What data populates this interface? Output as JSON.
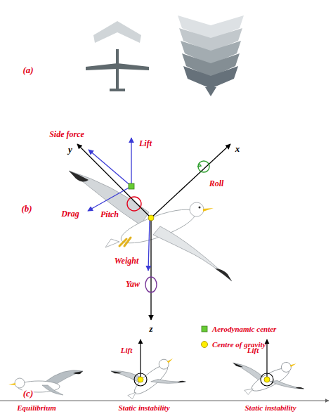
{
  "diagram": {
    "labels": [
      "(a)",
      "(b)",
      "Side force",
      "y",
      "Lift",
      "x",
      "Roll",
      "Pitch",
      "Drag",
      "Weight",
      "Yaw",
      "z",
      "(c)",
      "Lift",
      "Lift",
      "Equilibrium",
      "Static instability",
      "Static instability"
    ],
    "legend": [
      {
        "text": "Aerodynamic center",
        "color": "#66cc33"
      },
      {
        "text": "Centre of gravity",
        "color": "#ffee00"
      }
    ]
  }
}
